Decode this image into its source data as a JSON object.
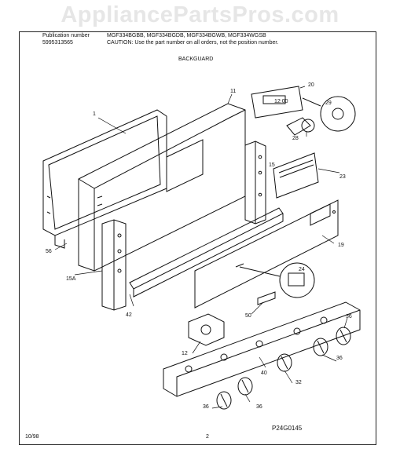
{
  "watermark": "AppliancePartsPros.com",
  "header": {
    "publication_label": "Publication number",
    "publication_number": "5995313565",
    "models": "MGF334BGBB, MGF334BGDB, MGF334BGWB, MGF334WGSB",
    "caution": "CAUTION:  Use the part number on all orders, not the position number.",
    "section_title": "BACKGUARD"
  },
  "footer": {
    "date": "10/98",
    "page": "2",
    "drawing_id": "P24G0145"
  },
  "callouts": {
    "c1": "1",
    "c11": "11",
    "c20": "20",
    "c29": "29",
    "c28": "28",
    "c15": "15",
    "c23": "23",
    "c19": "19",
    "c56": "56",
    "c15a": "15A",
    "c42": "42",
    "c24": "24",
    "c50": "50",
    "c12": "12",
    "c36a": "36",
    "c36b": "36",
    "c40": "40",
    "c32": "32",
    "c36c": "36",
    "c36d": "36"
  },
  "panel_text": "12:00"
}
